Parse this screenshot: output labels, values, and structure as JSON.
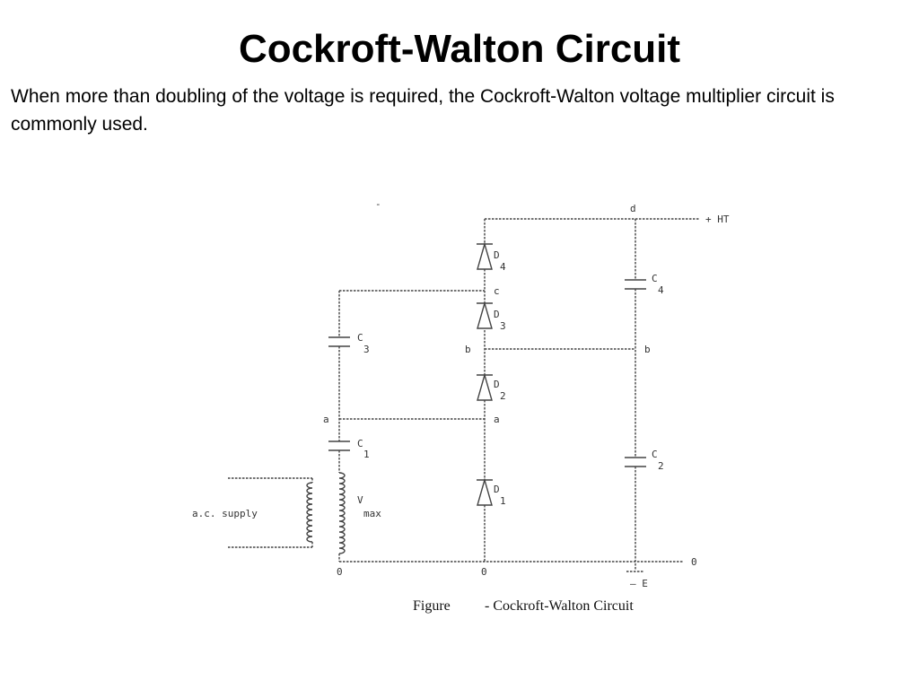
{
  "slide": {
    "title": "Cockroft-Walton Circuit",
    "body": "When more than doubling of the voltage is required, the Cockroft-Walton voltage multiplier circuit is commonly used."
  },
  "diagram": {
    "stray_mark": "-",
    "labels": {
      "d": "d",
      "ht": "+ HT",
      "c": "c",
      "b_left": "b",
      "b_right": "b",
      "a_left": "a",
      "a_right": "a",
      "zero_transformer": "0",
      "zero_mid": "0",
      "zero_right": "0",
      "ground": "— E",
      "ac_supply": "a.c. supply",
      "v": "V",
      "v_sub": "max"
    },
    "diodes": [
      {
        "letter": "D",
        "index": "4"
      },
      {
        "letter": "D",
        "index": "3"
      },
      {
        "letter": "D",
        "index": "2"
      },
      {
        "letter": "D",
        "index": "1"
      }
    ],
    "capacitors": [
      {
        "letter": "C",
        "index": "1"
      },
      {
        "letter": "C",
        "index": "2"
      },
      {
        "letter": "C",
        "index": "3"
      },
      {
        "letter": "C",
        "index": "4"
      }
    ],
    "caption_prefix": "Figure",
    "caption_text": "- Cockroft-Walton Circuit"
  }
}
